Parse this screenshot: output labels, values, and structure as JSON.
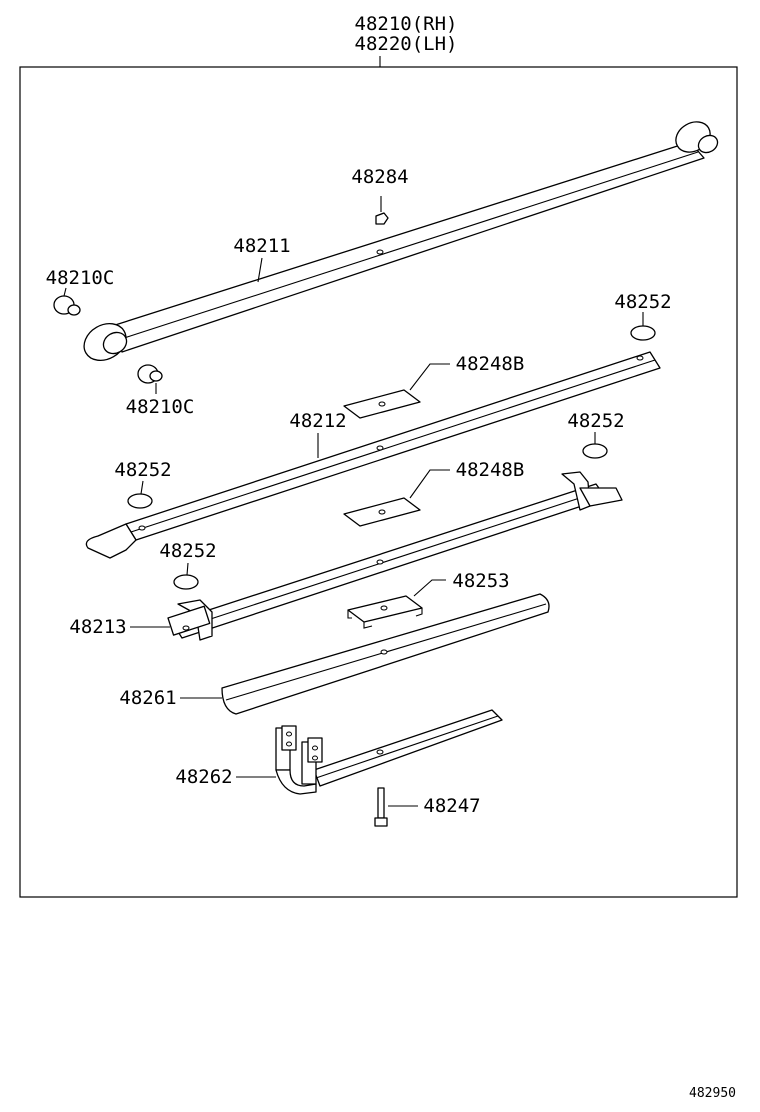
{
  "assembly": {
    "part_rh": "48210(RH)",
    "part_lh": "48220(LH)"
  },
  "parts": [
    {
      "id": "48284",
      "label": "48284"
    },
    {
      "id": "48211",
      "label": "48211"
    },
    {
      "id": "48210C-top",
      "label": "48210C"
    },
    {
      "id": "48210C-bottom",
      "label": "48210C"
    },
    {
      "id": "48252-a",
      "label": "48252"
    },
    {
      "id": "48248B-a",
      "label": "48248B"
    },
    {
      "id": "48212",
      "label": "48212"
    },
    {
      "id": "48252-b",
      "label": "48252"
    },
    {
      "id": "48252-c",
      "label": "48252"
    },
    {
      "id": "48248B-b",
      "label": "48248B"
    },
    {
      "id": "48252-d",
      "label": "48252"
    },
    {
      "id": "48253",
      "label": "48253"
    },
    {
      "id": "48213",
      "label": "48213"
    },
    {
      "id": "48261",
      "label": "48261"
    },
    {
      "id": "48262",
      "label": "48262"
    },
    {
      "id": "48247",
      "label": "48247"
    }
  ],
  "diagram_code": "482950"
}
